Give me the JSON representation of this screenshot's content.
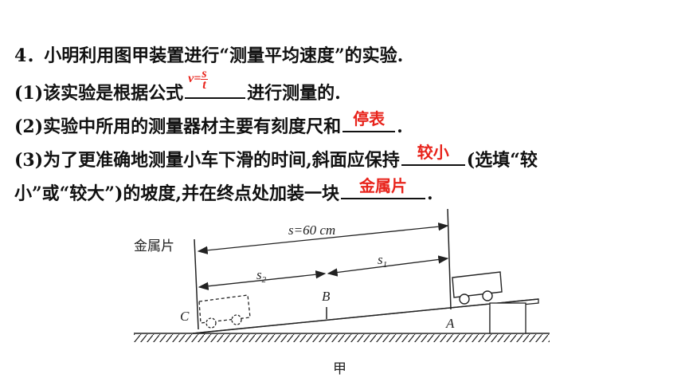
{
  "question": {
    "line1": "4．小明利用图甲装置进行“测量平均速度”的实验.",
    "line2_pre": "(1)该实验是根据公式",
    "line2_post": "进行测量的.",
    "formula_v": "v=",
    "formula_num": "s",
    "formula_den": "t",
    "line3_pre": "(2)实验中所用的测量器材主要有刻度尺和",
    "answer2": "停表",
    "line3_post": ".",
    "line4_pre": "(3)为了更准确地测量小车下滑的时间,斜面应保持",
    "answer3a": "较小",
    "line4_post": "(选填“较",
    "line5_pre": "小”或“较大”)的坡度,并在终点处加装一块",
    "answer3b": "金属片",
    "line5_post": "."
  },
  "diagram": {
    "label_metal": "金属片",
    "label_total": "s=60 cm",
    "label_s2": "s",
    "label_s2_sub": "2",
    "label_s1": "s",
    "label_s1_sub": "1",
    "label_A": "A",
    "label_B": "B",
    "label_C": "C",
    "caption": "甲"
  }
}
